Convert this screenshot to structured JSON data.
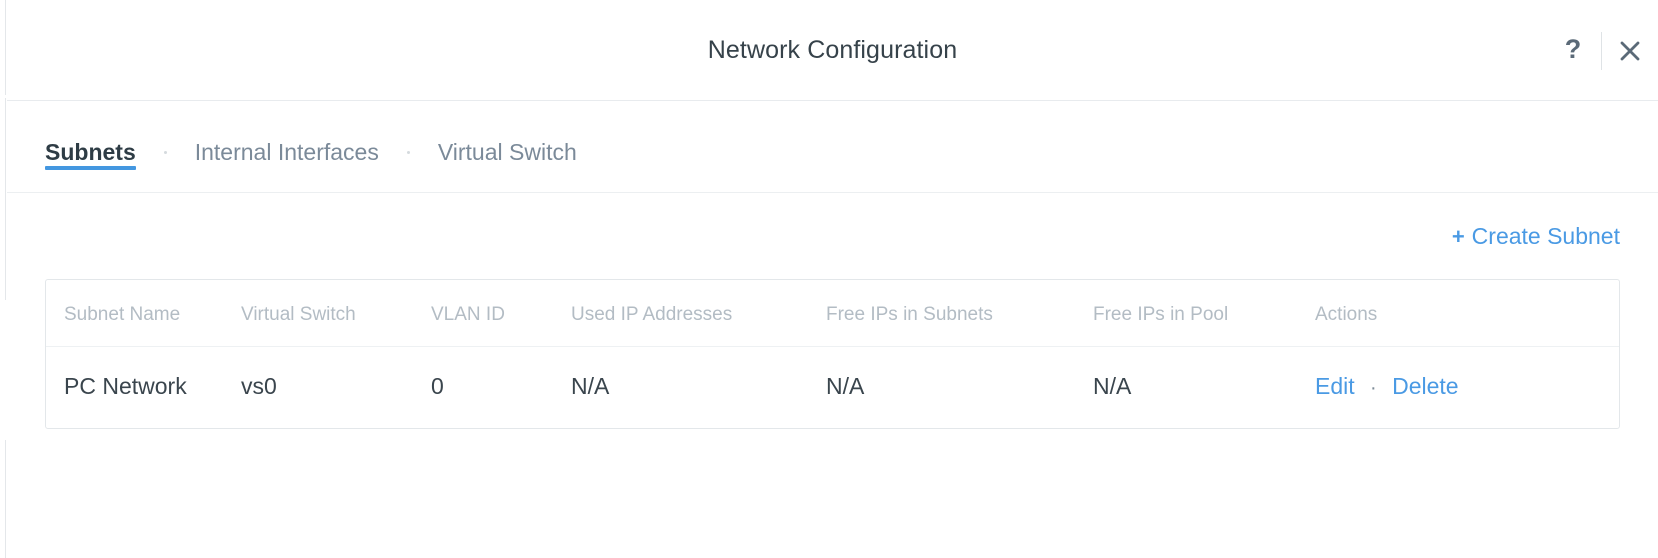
{
  "window": {
    "title": "Network Configuration",
    "help_icon": "question-mark-icon",
    "close_icon": "close-x-icon"
  },
  "tabs": [
    {
      "label": "Subnets",
      "active": true
    },
    {
      "label": "Internal Interfaces",
      "active": false
    },
    {
      "label": "Virtual Switch",
      "active": false
    }
  ],
  "toolbar": {
    "create_plus": "+",
    "create_label": "Create Subnet"
  },
  "table": {
    "headers": [
      "Subnet Name",
      "Virtual Switch",
      "VLAN ID",
      "Used IP Addresses",
      "Free IPs in Subnets",
      "Free IPs in Pool",
      "Actions"
    ],
    "rows": [
      {
        "subnet_name": "PC Network",
        "virtual_switch": "vs0",
        "vlan_id": "0",
        "used_ip_addresses": "N/A",
        "free_ips_in_subnets": "N/A",
        "free_ips_in_pool": "N/A",
        "actions": {
          "edit": "Edit",
          "separator": "·",
          "delete": "Delete"
        }
      }
    ]
  },
  "colors": {
    "accent_blue": "#4a9ae4",
    "tab_underline": "#4397e0",
    "title_text": "#36424a",
    "header_text": "#b3bcc4",
    "cell_text": "#3a454d",
    "border": "#e3e7ea"
  }
}
